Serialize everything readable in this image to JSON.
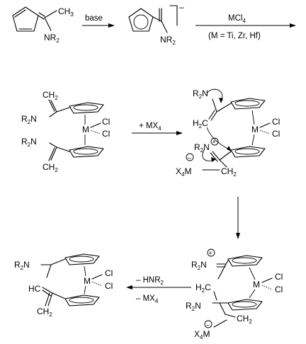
{
  "reagents": {
    "base": "base",
    "mcl4": "MCl",
    "mcl4_sub": "4",
    "metals": "(M = Ti, Zr, Hf)",
    "add_mx4": "+ MX",
    "add_mx4_sub": "4",
    "minus_hnr2": "– HNR",
    "minus_hnr2_sub": "2",
    "minus_mx4": "– MX",
    "minus_mx4_sub": "4"
  },
  "atoms": {
    "ch3": "CH",
    "ch3_sub": "3",
    "nr2": "NR",
    "nr2_sub": "2",
    "r2n": "R",
    "r2n_sub": "2",
    "r2n_n": "N",
    "ch2": "CH",
    "ch2_sub": "2",
    "h2c": "H",
    "h2c_sub": "2",
    "h2c_c": "C",
    "m": "M",
    "cl": "Cl",
    "x4m": "X",
    "x4m_sub": "4",
    "x4m_m": "M",
    "hc": "HC",
    "charge_minus": "–",
    "charge_plus": "+"
  }
}
